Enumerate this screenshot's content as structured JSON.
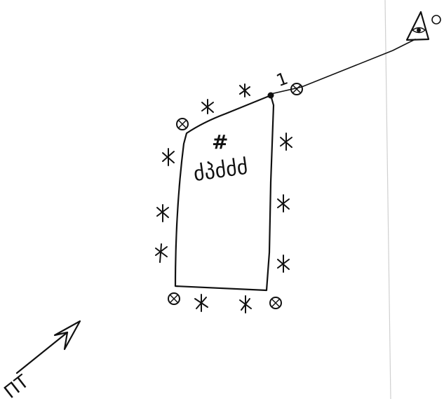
{
  "sheet": {
    "background": "#ffffff",
    "ink_color": "#111111",
    "fold_line_color": "#d0d0d0"
  },
  "labels": {
    "start_marker": "1",
    "north_label": "ПТ",
    "hash_mark": "#",
    "inner_scribble": "ძპძძძ"
  },
  "icons": {
    "observation_post": "eye-triangle-icon",
    "corner_marker": "circle-cross-icon",
    "boundary_marker": "star-cross-icon",
    "direction_arrow": "arrow-icon"
  }
}
